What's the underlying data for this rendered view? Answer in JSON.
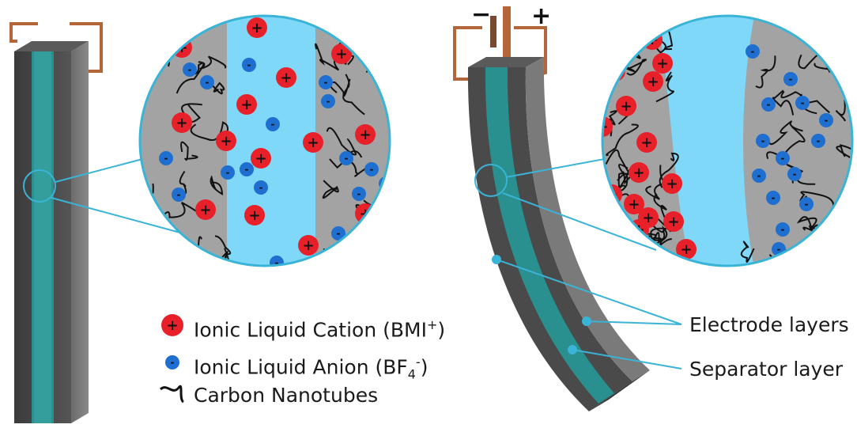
{
  "legend": {
    "cation_prefix": "Ionic Liquid Cation (BMI",
    "cation_sup": "+",
    "cation_suffix": ")",
    "anion_prefix": "Ionic Liquid Anion (BF",
    "anion_sub": "4",
    "anion_sup": "-",
    "anion_suffix": ")",
    "nanotubes": "Carbon Nanotubes"
  },
  "labels": {
    "electrode": "Electrode layers",
    "separator": "Separator layer"
  },
  "battery": {
    "minus": "−",
    "plus": "+"
  },
  "ion_glyphs": {
    "cation": "+",
    "anion": "-"
  },
  "colors": {
    "cation": "#e8202a",
    "anion": "#1f6fd0",
    "electrolyte": "#7fd8f8",
    "electrode_fill": "#a3a3a3",
    "separator": "#2a8f8f",
    "body_dark": "#4a4a4a",
    "wire": "#b5653a",
    "callout": "#3ab4d6"
  },
  "icons": [
    "cation-icon",
    "anion-icon",
    "nanotube-icon",
    "battery-icon",
    "wire-icon"
  ]
}
